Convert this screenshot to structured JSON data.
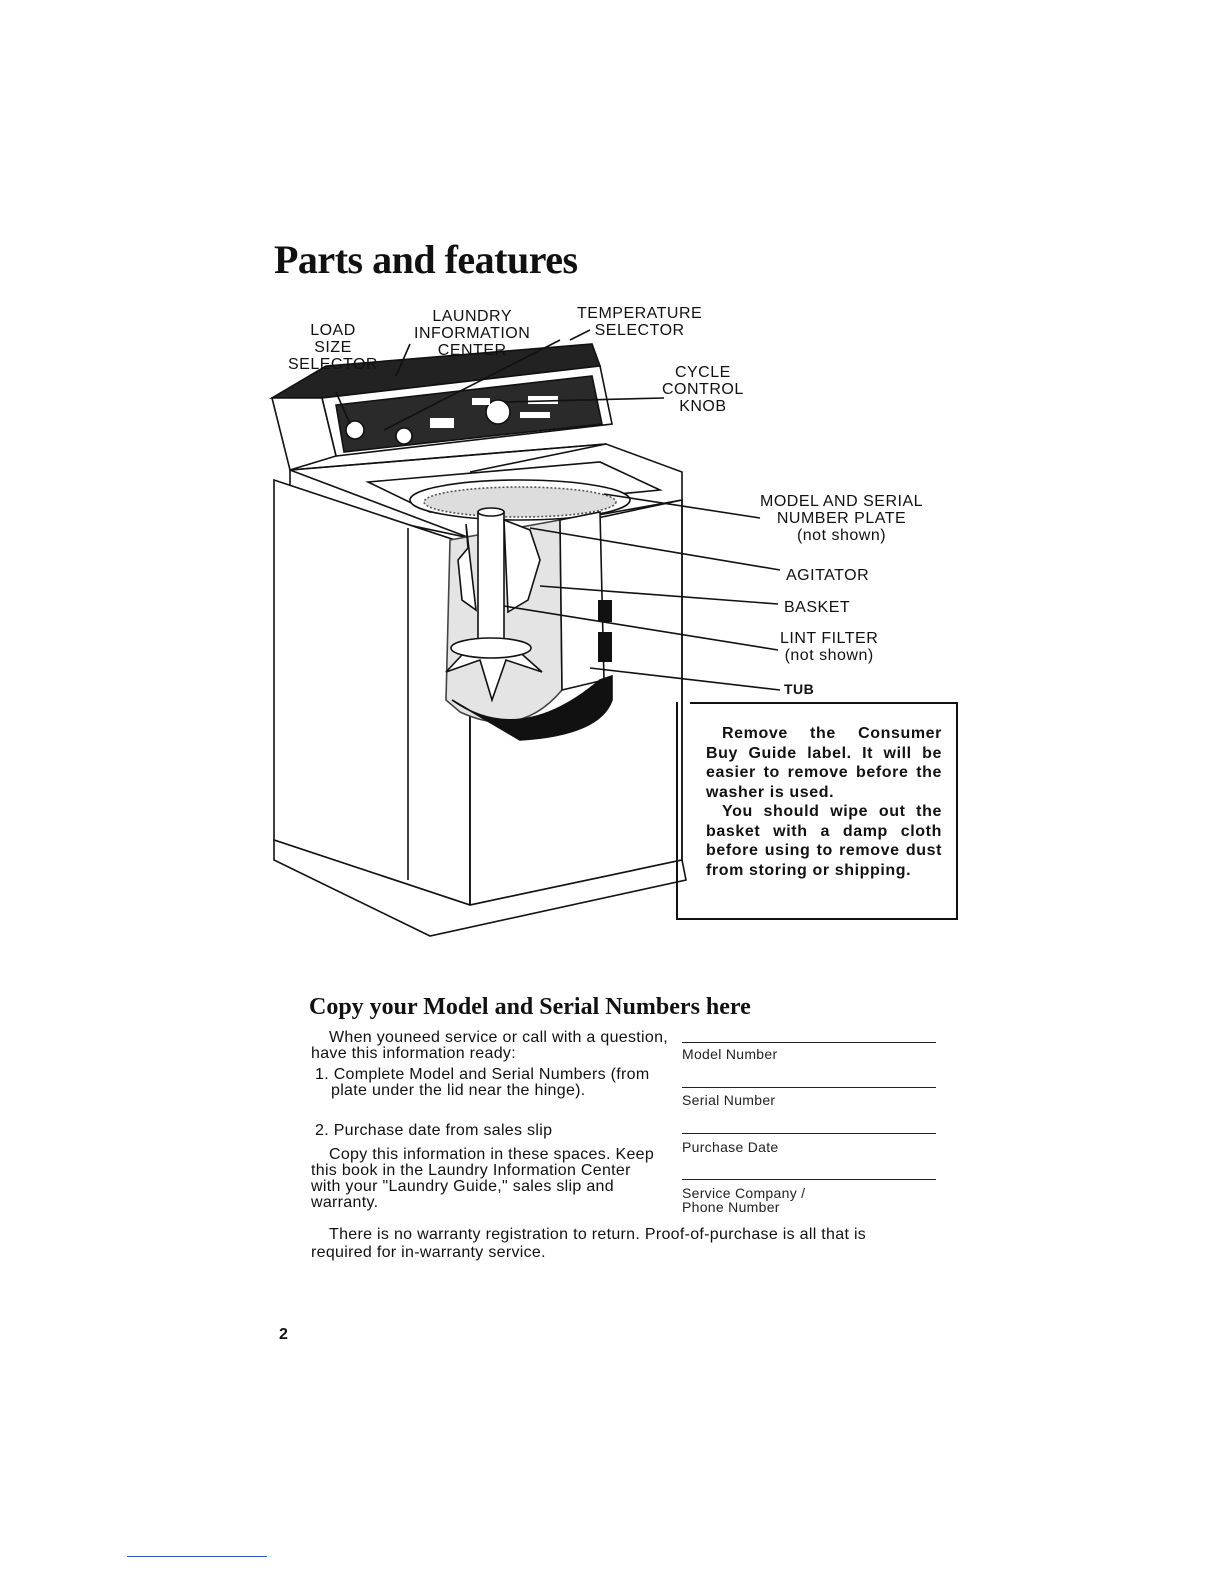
{
  "page": {
    "title": "Parts and features",
    "page_number": "2"
  },
  "callouts": {
    "load_size_selector": "LOAD\nSIZE\nSELECTOR",
    "laundry_info_center": "LAUNDRY\nINFORMATION\nCENTER",
    "temperature_selector": "TEMPERATURE\nSELECTOR",
    "cycle_control_knob": "CYCLE\nCONTROL\nKNOB",
    "model_serial_plate": "MODEL AND SERIAL\nNUMBER PLATE\n(not shown)",
    "agitator": "AGITATOR",
    "basket": "BASKET",
    "lint_filter": "LINT FILTER\n(not shown)",
    "tub": "TUB"
  },
  "note": {
    "p1": "Remove the Consumer Buy Guide label. It will be easier to remove before the washer is used.",
    "p2": "You should wipe out the basket with a damp cloth before using to remove dust from storing or shipping."
  },
  "copy_section": {
    "heading": "Copy your Model and Serial Numbers here",
    "intro": "When youneed service or call with a question, have this information ready:",
    "item1": "1. Complete Model and Serial Numbers (from plate under the lid near the hinge).",
    "item2": "2. Purchase date from sales slip",
    "copy_instruction": "Copy this information in these spaces. Keep this book in the Laundry Information Center with your \"Laundry Guide,\" sales slip and warranty.",
    "warranty_note": "There is no warranty registration to return. Proof-of-purchase is all that is required for in-warranty service.",
    "fields": {
      "model_number": "Model Number",
      "serial_number": "Serial Number",
      "purchase_date": "Purchase Date",
      "service_company_1": "Service Company /",
      "service_company_2": "Phone Number"
    }
  }
}
